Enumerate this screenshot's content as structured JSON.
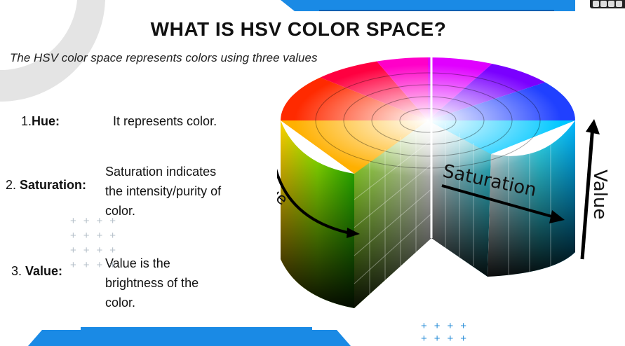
{
  "slide": {
    "title": "WHAT IS HSV COLOR SPACE?",
    "intro": "The HSV color space represents colors using three values",
    "items": [
      {
        "number": "1.",
        "term": "Hue:",
        "description": "It represents color."
      },
      {
        "number": "2.",
        "term": "Saturation:",
        "description": "Saturation indicates the intensity/purity of color."
      },
      {
        "number": "3.",
        "term": "Value:",
        "description": "Value is the brightness of the color."
      }
    ]
  },
  "figure": {
    "labels": {
      "hue": "Hue",
      "saturation": "Saturation",
      "value": "Value"
    }
  },
  "decorations": {
    "plus_marks": "+"
  },
  "colors": {
    "accent_blue": "#1a8ae5",
    "arc_gray": "#e4e4e4",
    "plus_gray": "#b6c0ca"
  }
}
